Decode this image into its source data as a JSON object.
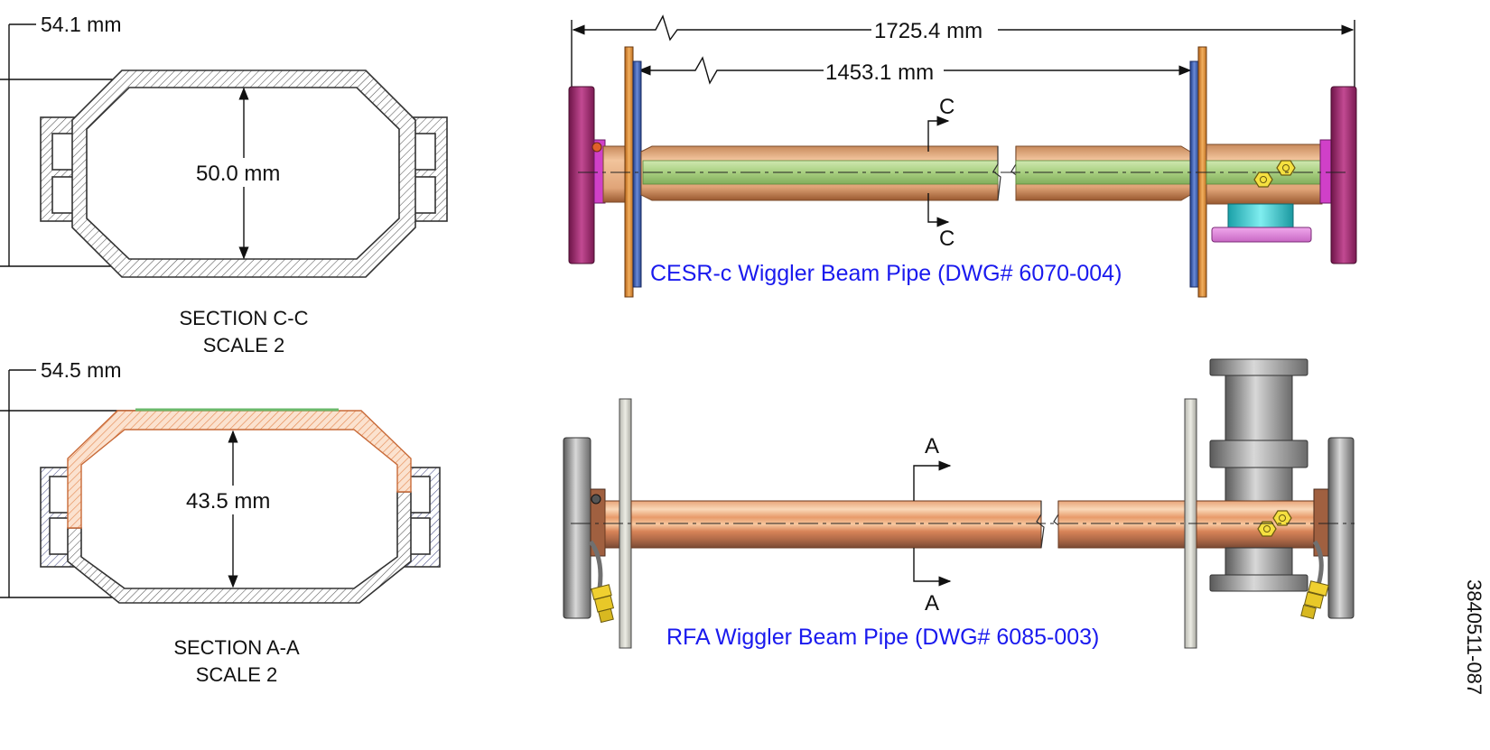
{
  "section_cc": {
    "width_dim": "54.1 mm",
    "height_dim": "50.0 mm",
    "title": "SECTION C-C",
    "scale": "SCALE 2"
  },
  "section_aa": {
    "width_dim": "54.5 mm",
    "height_dim": "43.5 mm",
    "title": "SECTION  A-A",
    "scale": "SCALE 2"
  },
  "cesr_pipe": {
    "overall_dim": "1725.4 mm",
    "inner_dim": "1453.1 mm",
    "section_marker": "C",
    "caption": "CESR-c Wiggler Beam Pipe (DWG# 6070-004)"
  },
  "rfa_pipe": {
    "section_marker": "A",
    "caption": "RFA Wiggler Beam Pipe (DWG# 6085-003)"
  },
  "figure_id": "3840511-087",
  "colors": {
    "caption_blue": "#1a1aee",
    "pipe_green": "#a8cf80",
    "pipe_copper": "#e8a878",
    "flange_magenta": "#b0307a",
    "flange_orange": "#d88838",
    "flange_blue": "#3d63b8",
    "pump_cyan": "#38c8cc",
    "hatch_orange": "#e58a52",
    "steel_gray": "#9a9a9a"
  }
}
